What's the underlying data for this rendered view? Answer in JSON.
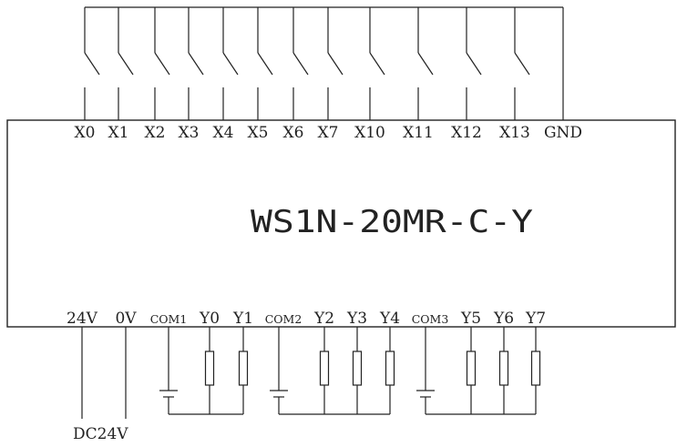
{
  "model": "WS1N-20MR-C-Y",
  "input_terminals": [
    "X0",
    "X1",
    "X2",
    "X3",
    "X4",
    "X5",
    "X6",
    "X7",
    "X10",
    "X11",
    "X12",
    "X13"
  ],
  "input_common": "GND",
  "power_terminals": [
    "24V",
    "0V"
  ],
  "output_groups": [
    {
      "common": "COM1",
      "outputs": [
        "Y0",
        "Y1"
      ]
    },
    {
      "common": "COM2",
      "outputs": [
        "Y2",
        "Y3",
        "Y4"
      ]
    },
    {
      "common": "COM3",
      "outputs": [
        "Y5",
        "Y6",
        "Y7"
      ]
    }
  ],
  "power_supply_label": "DC24V"
}
